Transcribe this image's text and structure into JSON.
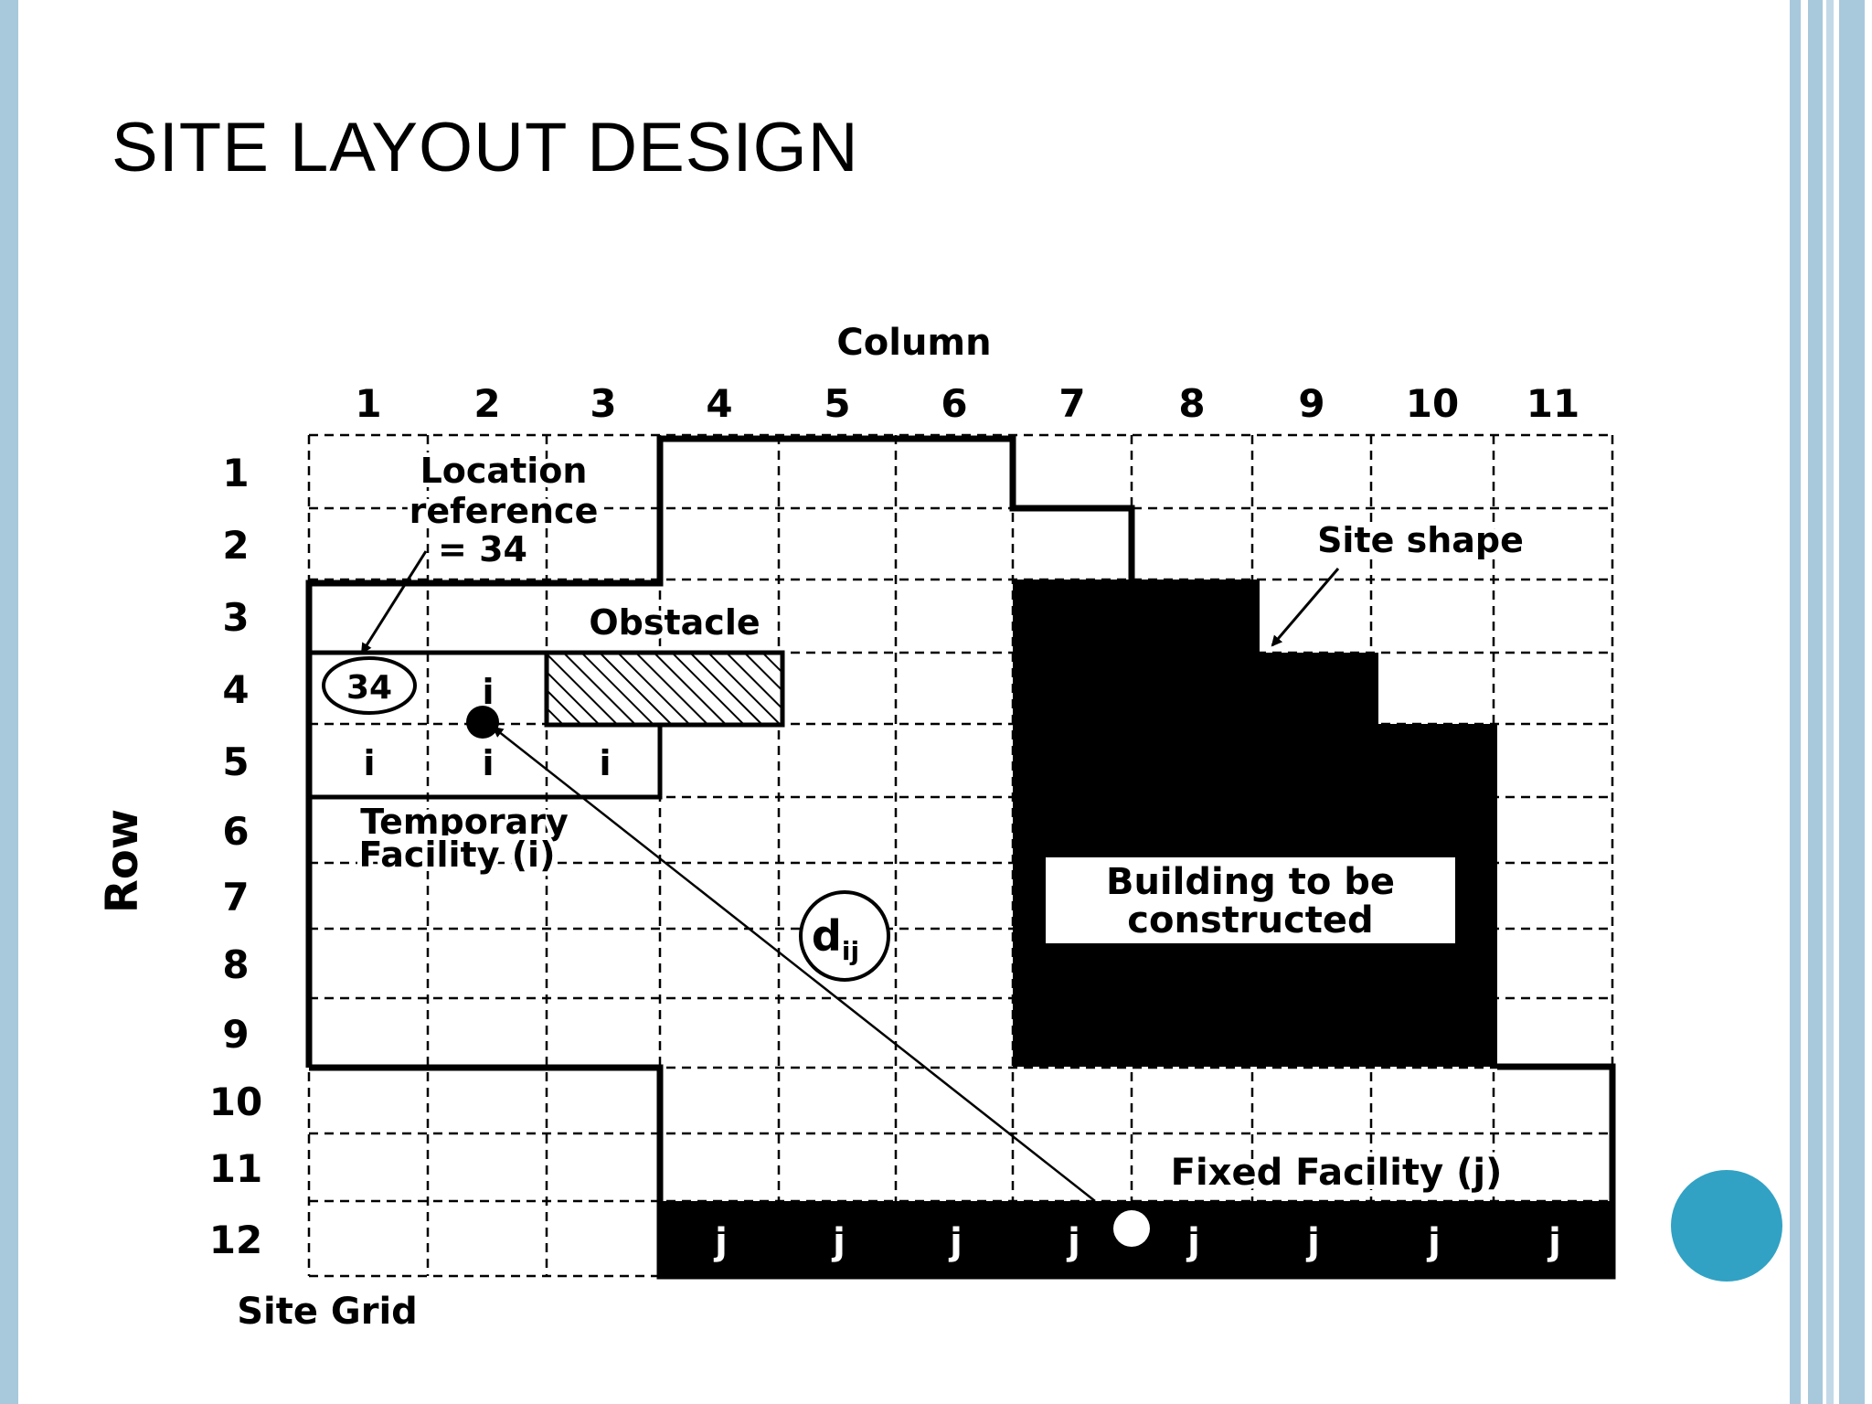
{
  "slide": {
    "title": "SITE LAYOUT DESIGN"
  },
  "diagram": {
    "column_axis_label": "Column",
    "row_axis_label": "Row",
    "grid_caption": "Site Grid",
    "columns": [
      "1",
      "2",
      "3",
      "4",
      "5",
      "6",
      "7",
      "8",
      "9",
      "10",
      "11"
    ],
    "rows": [
      "1",
      "2",
      "3",
      "4",
      "5",
      "6",
      "7",
      "8",
      "9",
      "10",
      "11",
      "12"
    ],
    "location_reference_lines": [
      "Location",
      "reference",
      "= 34"
    ],
    "location_number": "34",
    "obstacle_label": "Obstacle",
    "temporary_facility_lines": [
      "Temporary",
      "Facility (i)"
    ],
    "temporary_marker": "i",
    "site_shape_label": "Site shape",
    "building_lines": [
      "Building to be",
      "constructed"
    ],
    "distance_label_main": "d",
    "distance_label_sub": "ij",
    "fixed_facility_label": "Fixed Facility (j)",
    "fixed_marker": "j"
  },
  "colors": {
    "frame": "#a8c8dc",
    "accent_circle": "#31a2c4",
    "ink": "#000000"
  }
}
